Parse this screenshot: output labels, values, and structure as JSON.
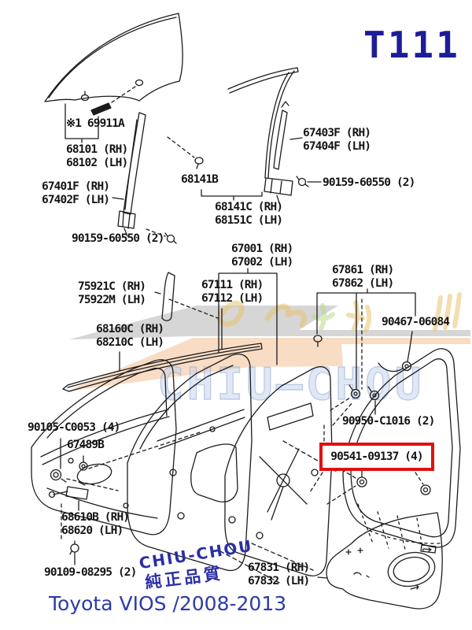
{
  "header": {
    "diagram_code": "T111"
  },
  "colors": {
    "line_art": "#1c1c1c",
    "code_navy": "#1d1d99",
    "footer_blue": "#2d3ba8",
    "highlight_red": "#e01010",
    "watermark_gray": "#a5a5a5",
    "watermark_salmon": "#f3ba8a",
    "watermark_blue": "#9fb6dd"
  },
  "watermark": {
    "center_brand": "CHIU—CHOU"
  },
  "parts": {
    "p69911a": {
      "label": "※1 69911A"
    },
    "p68101": {
      "rh": "68101 (RH)",
      "lh": "68102 (LH)"
    },
    "p67401f": {
      "rh": "67401F (RH)",
      "lh": "67402F (LH)"
    },
    "p68141b": {
      "label": "68141B"
    },
    "p67403f": {
      "rh": "67403F (RH)",
      "lh": "67404F (LH)"
    },
    "p90159a": {
      "label": "90159-60550 (2)"
    },
    "p68141c": {
      "rh": "68141C (RH)",
      "lh": "68151C (LH)"
    },
    "p90159b": {
      "label": "90159-60550 (2)"
    },
    "p67001": {
      "rh": "67001 (RH)",
      "lh": "67002 (LH)"
    },
    "p67861": {
      "rh": "67861 (RH)",
      "lh": "67862 (LH)"
    },
    "p75921c": {
      "rh": "75921C (RH)",
      "lh": "75922M (LH)"
    },
    "p67111": {
      "rh": "67111 (RH)",
      "lh": "67112 (LH)"
    },
    "p90467": {
      "label": "90467-06084"
    },
    "p68160c": {
      "rh": "68160C (RH)",
      "lh": "68210C (LH)"
    },
    "p90950": {
      "label": "90950-C1016 (2)"
    },
    "p90105": {
      "label": "90105-C0053 (4)"
    },
    "p67489b": {
      "label": "67489B"
    },
    "p90541": {
      "label": "90541-09137 (4)"
    },
    "p68610b": {
      "rh": "68610B (RH)",
      "lh": "68620 (LH)"
    },
    "p90109": {
      "label": "90109-08295 (2)"
    },
    "p67831": {
      "rh": "67831 (RH)",
      "lh": "67832 (LH)"
    }
  },
  "footer": {
    "brand": "CHIU-CHOU",
    "quality_text": "純正品質",
    "model_range": "Toyota VIOS /2008-2013"
  }
}
